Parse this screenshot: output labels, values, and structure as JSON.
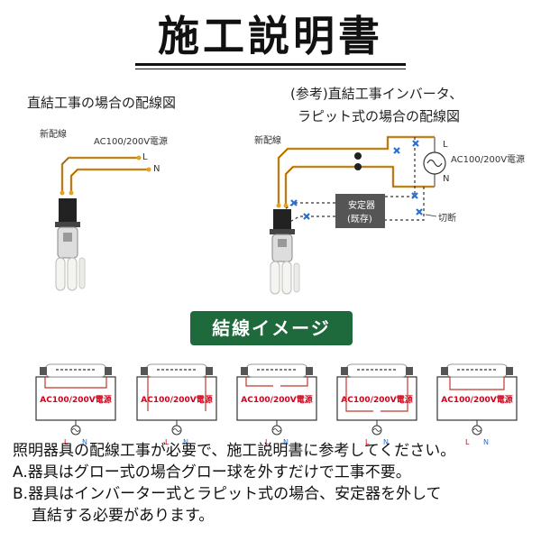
{
  "title": "施工説明書",
  "left_diagram": {
    "caption": "直結工事の場合の配線図",
    "wire_label": "新配線",
    "source_label": "AC100/200V電源",
    "l_label": "L",
    "n_label": "N"
  },
  "right_diagram": {
    "caption_line1": "(参考)直結工事インバータ、",
    "caption_line2": "ラピット式の場合の配線図",
    "wire_label": "新配線",
    "source_label": "AC100/200V電源",
    "l_label": "L",
    "n_label": "N",
    "ballast_line1": "安定器",
    "ballast_line2": "(既存)",
    "cut_label": "切断"
  },
  "banner": "結線イメージ",
  "wiring_images": {
    "source_label": "AC100/200V電源",
    "l_label": "L",
    "n_label": "N",
    "count": 5
  },
  "notes": [
    "照明器具の配線工事が必要で、施工説明書に参考してください。",
    "A.器具はグロー式の場合グロー球を外すだけで工事不要。",
    "B.器具はインバーター式とラピット式の場合、安定器を外して",
    "直結する必要があります。"
  ],
  "colors": {
    "wire": "#e8a020",
    "cut_mark": "#2a6fd6",
    "source_text": "#d0021b",
    "banner_bg": "#1e6a3c"
  }
}
